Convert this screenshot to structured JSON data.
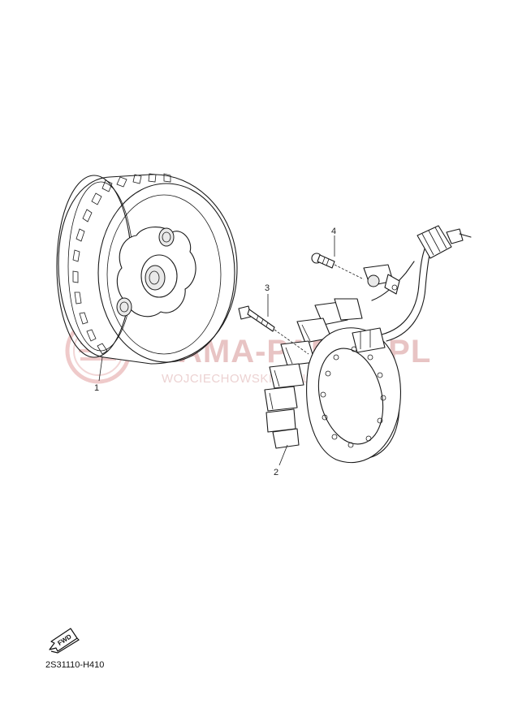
{
  "diagram": {
    "callouts": [
      {
        "id": "1",
        "label": "1"
      },
      {
        "id": "2",
        "label": "2"
      },
      {
        "id": "3",
        "label": "3"
      },
      {
        "id": "4",
        "label": "4"
      }
    ],
    "watermark": {
      "main_text": "YAMA-PARTS.PL",
      "sub_text": "WOJCIECHOWSKI DEALER YAMAHA"
    },
    "fwd_label": "FWD",
    "diagram_code": "2S31110-H410",
    "colors": {
      "line": "#1a1a1a",
      "watermark": "#e8c4c4"
    },
    "icons": [
      "yamaha-logo-icon",
      "fwd-arrow-icon"
    ]
  }
}
